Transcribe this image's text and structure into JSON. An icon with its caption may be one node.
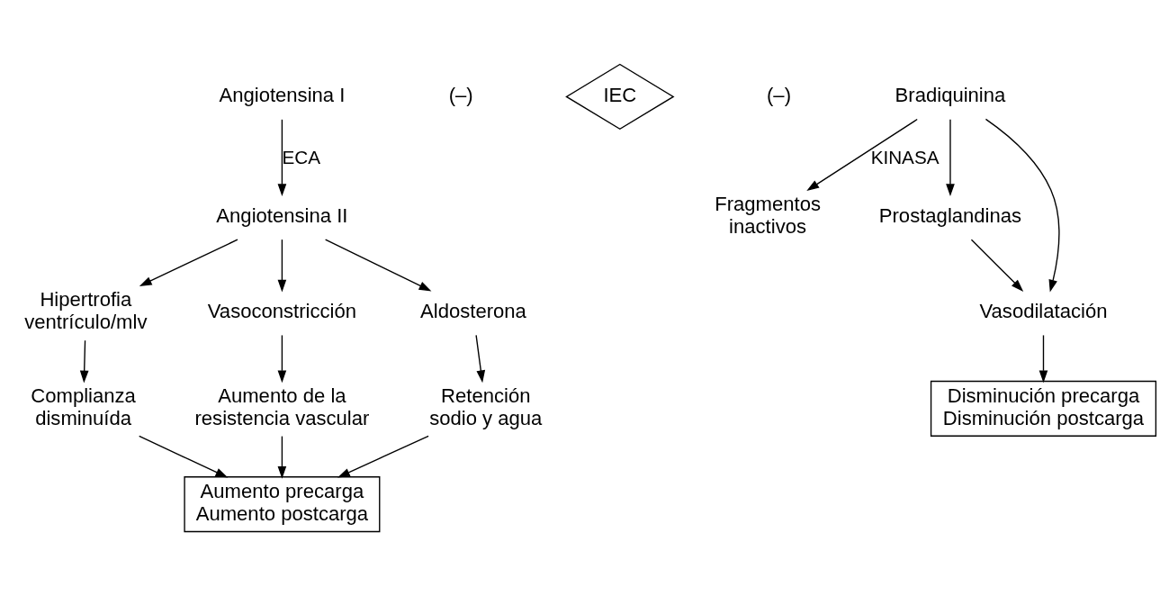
{
  "diagram": {
    "nodes": [
      {
        "text": [
          "Angiotensina I"
        ]
      },
      {
        "text": [
          "Angiotensina II"
        ]
      },
      {
        "text": [
          "IEC"
        ]
      },
      {
        "text": [
          "Bradiquinina"
        ]
      },
      {
        "text": [
          "Fragmentos inactivos"
        ]
      },
      {
        "text": [
          "Prostaglandinas"
        ]
      },
      {
        "text": [
          "Hipertrofia ventrículo/mlv"
        ]
      },
      {
        "text": [
          "Vasoconstricción"
        ]
      },
      {
        "text": [
          "Aldosterona"
        ]
      },
      {
        "text": [
          "Vasodilatación"
        ]
      },
      {
        "text": [
          "Complianza disminuída"
        ]
      },
      {
        "text": [
          "Aumento de la resistencia vascular"
        ]
      },
      {
        "text": [
          "Retención sodio y agua"
        ]
      },
      {
        "text": [
          "Aumento precarga",
          "Aumento postcarga"
        ]
      },
      {
        "text": [
          "Disminución precarga",
          "Disminución postcarga"
        ]
      }
    ],
    "edges": [
      {
        "from": 0,
        "to": 1,
        "arrow": "to",
        "label": "ECA"
      },
      {
        "from": 3,
        "to": 4,
        "arrow": "to",
        "label": "KINASA"
      },
      {
        "from": 3,
        "to": 9,
        "arrow": "to"
      },
      {
        "from": 3,
        "to": 5,
        "arrow": "to"
      },
      {
        "from": 1,
        "to": 6,
        "arrow": "to"
      },
      {
        "from": 1,
        "to": 7,
        "arrow": "to"
      },
      {
        "from": 1,
        "to": 8,
        "arrow": "to"
      },
      {
        "from": 5,
        "to": 9,
        "arrow": "to"
      },
      {
        "from": 6,
        "to": 10,
        "arrow": "to"
      },
      {
        "from": 7,
        "to": 11,
        "arrow": "to"
      },
      {
        "from": 8,
        "to": 12,
        "arrow": "to"
      },
      {
        "from": 9,
        "to": 14,
        "arrow": "to"
      },
      {
        "from": 10,
        "to": 13,
        "arrow": "to"
      },
      {
        "from": 11,
        "to": 13,
        "arrow": "to"
      },
      {
        "from": 12,
        "to": 13,
        "arrow": "to"
      }
    ],
    "labels": [
      "(–)",
      "(–)"
    ]
  }
}
